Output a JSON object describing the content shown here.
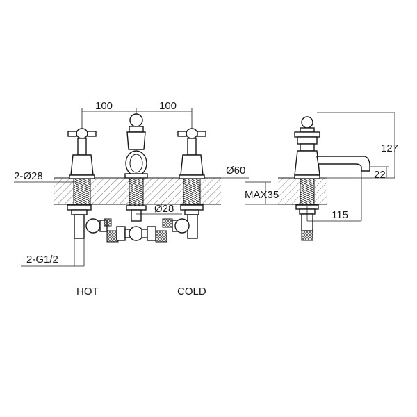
{
  "dimensions": {
    "left_spacing": "100",
    "right_spacing": "100",
    "hole_diameter": "2-Ø28",
    "deck_diameter": "Ø60",
    "center_diameter": "Ø28",
    "connection": "2-G1/2",
    "height": "127",
    "spout_height": "22",
    "max_deck": "MAX35",
    "reach": "115"
  },
  "labels": {
    "hot": "HOT",
    "cold": "COLD"
  },
  "colors": {
    "line": "#1a1a1a",
    "hatch": "#555555",
    "background": "#ffffff"
  }
}
